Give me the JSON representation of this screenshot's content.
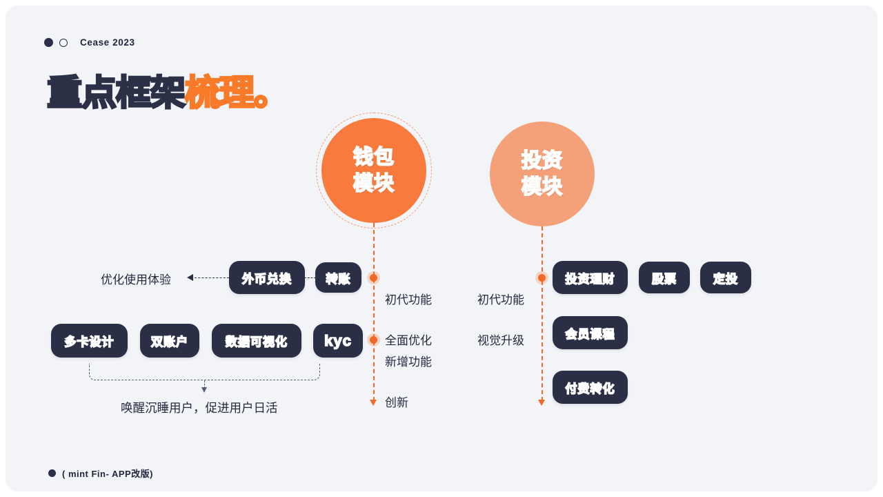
{
  "header": {
    "label": "Cease 2023",
    "dot_filled": "filled-dot",
    "dot_hollow": "hollow-dot"
  },
  "title": {
    "dark_part": "重点框架",
    "orange_part": "梳理。"
  },
  "colors": {
    "background": "#f2f4f8",
    "navy": "#2b2f45",
    "orange": "#f97a3d",
    "orange_accent": "#f2672a",
    "orange_light": "#f4a079"
  },
  "circles": [
    {
      "id": "wallet",
      "line1": "钱包",
      "line2": "模块",
      "fill": "#f97a3d",
      "dashed_ring": true
    },
    {
      "id": "invest",
      "line1": "投资",
      "line2": "模块",
      "fill": "#f4a079",
      "dashed_ring": false
    }
  ],
  "wallet_branch": {
    "notes": [
      {
        "line1": "初代功能",
        "line2": "全面优化"
      },
      {
        "line1": "新增功能",
        "line2": "创新"
      }
    ],
    "row1": {
      "outcome_label": "优化使用体验",
      "pills": [
        "外币兑换",
        "转账"
      ]
    },
    "row2": {
      "pills": [
        "多卡设计",
        "双账户",
        "数据可视化",
        "kyc"
      ],
      "caption": "唤醒沉睡用户，促进用户日活"
    }
  },
  "invest_branch": {
    "notes": [
      {
        "line1": "初代功能",
        "line2": "视觉升级"
      }
    ],
    "row1_pills": [
      "投资理财",
      "股票",
      "定投"
    ],
    "row2_pills": [
      "会员课程"
    ],
    "row3_pills": [
      "付费转化"
    ]
  },
  "footer": {
    "label": "( mint Fin- APP改版)"
  }
}
